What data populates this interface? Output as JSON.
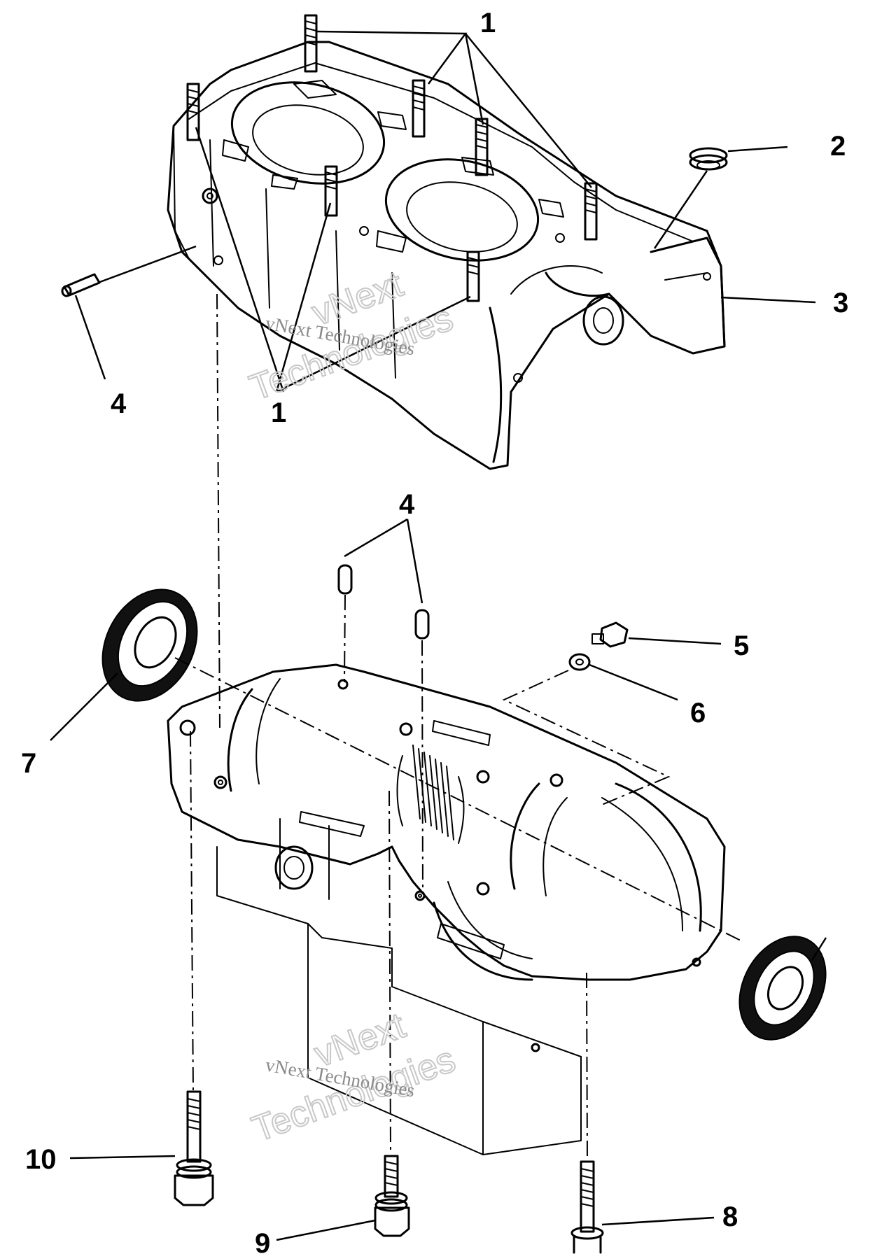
{
  "diagram": {
    "callouts": [
      {
        "id": "1",
        "text": "1"
      },
      {
        "id": "1b",
        "text": "1"
      },
      {
        "id": "2",
        "text": "2"
      },
      {
        "id": "3",
        "text": "3"
      },
      {
        "id": "4",
        "text": "4"
      },
      {
        "id": "4b",
        "text": "4"
      },
      {
        "id": "5",
        "text": "5"
      },
      {
        "id": "6",
        "text": "6"
      },
      {
        "id": "7",
        "text": "7"
      },
      {
        "id": "8",
        "text": "8"
      },
      {
        "id": "9",
        "text": "9"
      },
      {
        "id": "10",
        "text": "10"
      }
    ],
    "watermark": {
      "line1": "vNext",
      "line2": "Technologies",
      "small": "vNext Technologies"
    }
  }
}
